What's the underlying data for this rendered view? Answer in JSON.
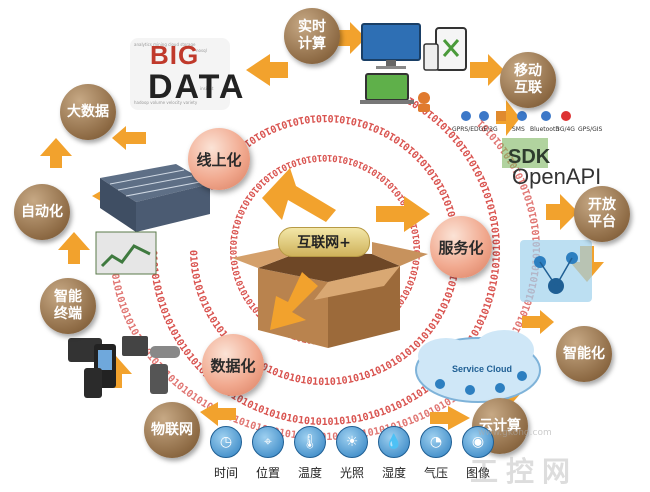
{
  "center": {
    "label": "互联网+"
  },
  "core_nodes": [
    {
      "id": "online",
      "label": "线上化"
    },
    {
      "id": "service",
      "label": "服务化"
    },
    {
      "id": "data",
      "label": "数据化"
    }
  ],
  "outer_nodes": [
    {
      "id": "realtime",
      "label": "实时\n计算"
    },
    {
      "id": "bigdata",
      "label": "大数据"
    },
    {
      "id": "mobile",
      "label": "移动\n互联"
    },
    {
      "id": "automation",
      "label": "自动化"
    },
    {
      "id": "openplatform",
      "label": "开放\n平台"
    },
    {
      "id": "terminal",
      "label": "智能\n终端"
    },
    {
      "id": "intelligent",
      "label": "智能化"
    },
    {
      "id": "iot",
      "label": "物联网"
    },
    {
      "id": "cloud",
      "label": "云计算"
    }
  ],
  "sensors": [
    {
      "label": "时间",
      "icon": "clock-icon"
    },
    {
      "label": "位置",
      "icon": "location-icon"
    },
    {
      "label": "温度",
      "icon": "thermometer-icon"
    },
    {
      "label": "光照",
      "icon": "bulb-icon"
    },
    {
      "label": "湿度",
      "icon": "droplet-icon"
    },
    {
      "label": "气压",
      "icon": "gauge-icon"
    },
    {
      "label": "图像",
      "icon": "camera-icon"
    }
  ],
  "illustrations": {
    "bigdata_line1": "BIG",
    "bigdata_line2": "DATA",
    "sdk": "SDK",
    "openapi": "OpenAPI",
    "service_cloud": "Service Cloud",
    "protocols": [
      "GPRS/EDGE/3G",
      "SMS",
      "Bluetooth",
      "3G/4G",
      "GPS/GIS"
    ],
    "binary_fill": "0101010101010101010101010101010101010101010101010101010101010101010101010101010101010101010101010101010101010101010101010101010101"
  },
  "watermark": {
    "text": "工控网",
    "url": "www.gkong.com"
  },
  "colors": {
    "node_brown": "#8d6a44",
    "core_salmon": "#f1a98f",
    "arrow_orange": "#f2a22d",
    "binary_red": "#d9534f",
    "sensor_blue": "#2d7fc0"
  }
}
